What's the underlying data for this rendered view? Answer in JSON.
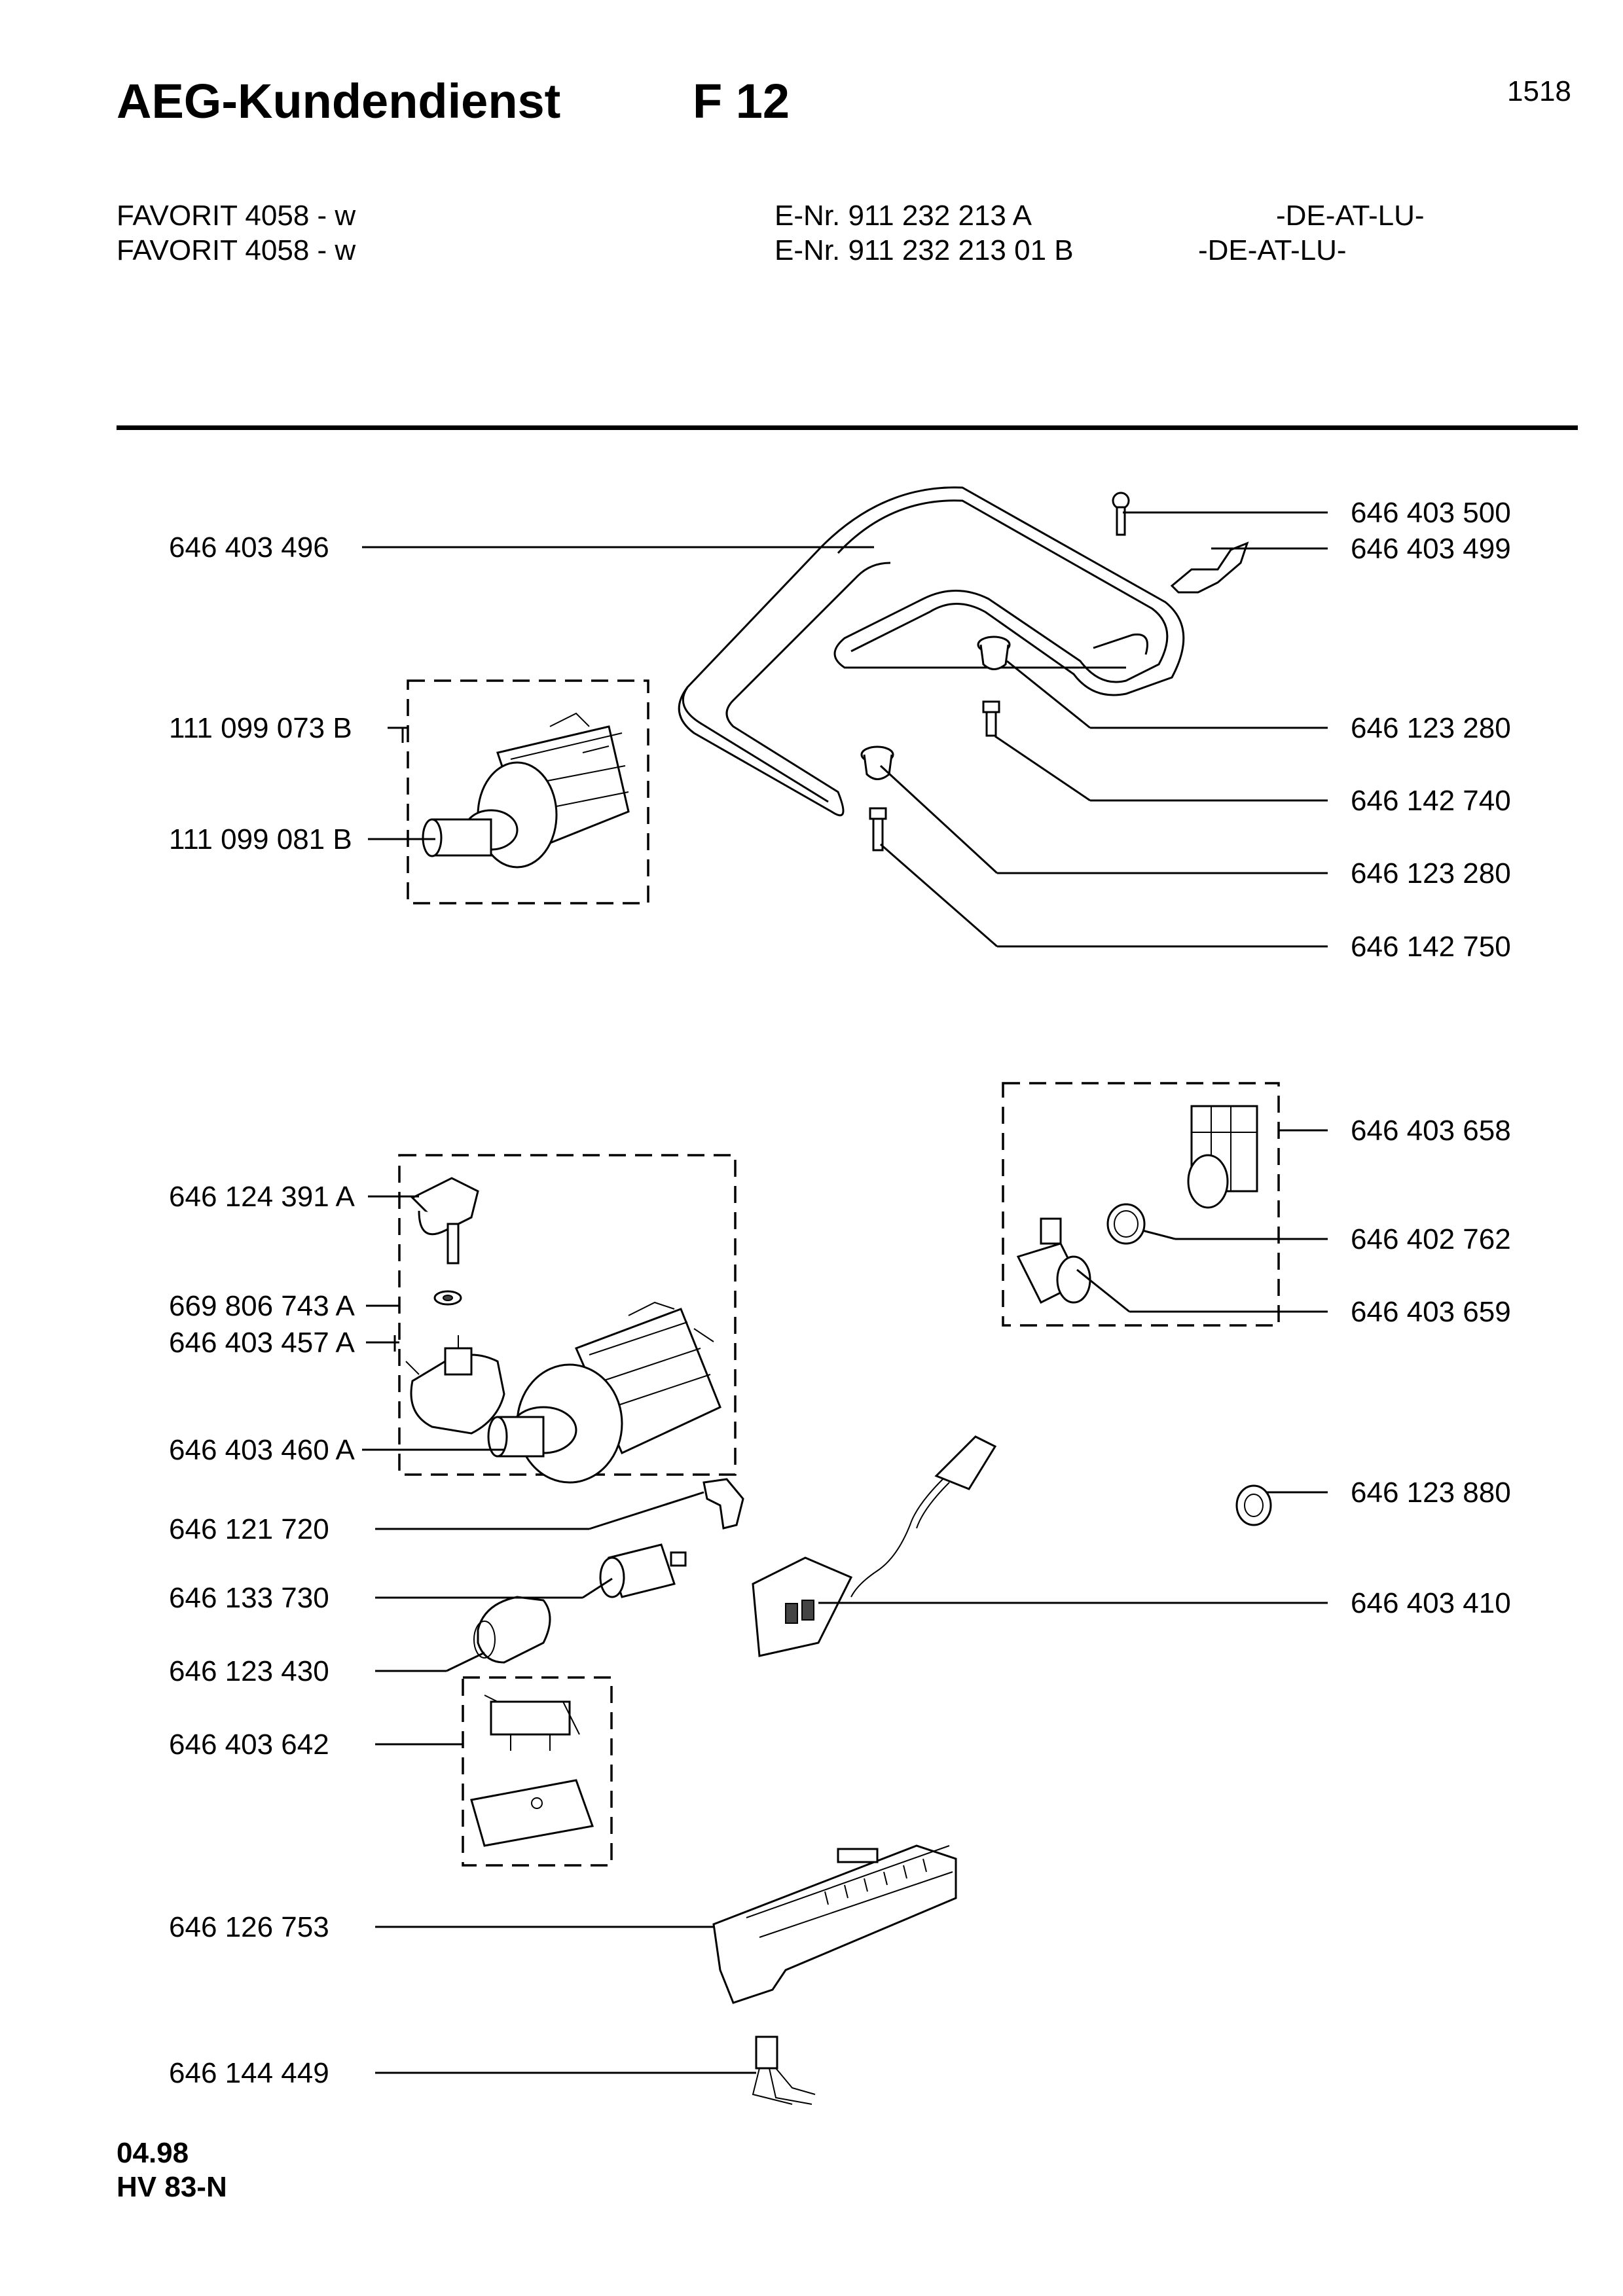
{
  "header": {
    "brand": "AEG-Kundendienst",
    "section": "F 12",
    "page_no": "1518"
  },
  "models": [
    {
      "name": "FAVORIT 4058 - w",
      "enr": "E-Nr. 911 232 213 A",
      "countries": "-DE-AT-LU-"
    },
    {
      "name": "FAVORIT 4058 - w",
      "enr": "E-Nr. 911 232 213 01 B",
      "countries": "-DE-AT-LU-"
    }
  ],
  "labels_left": [
    "646 403 496",
    "111 099 073 B",
    "111 099 081 B",
    "646 124 391 A",
    "669 806 743 A",
    "646 403 457 A",
    "646 403 460 A",
    "646 121 720",
    "646 133 730",
    "646 123 430",
    "646 403 642",
    "646 126 753",
    "646 144 449"
  ],
  "labels_right": [
    "646 403 500",
    "646 403 499",
    "646 123 280",
    "646 142 740",
    "646 123 280",
    "646 142 750",
    "646 403 658",
    "646 402 762",
    "646 403 659",
    "646 123 880",
    "646 403 410"
  ],
  "footer": {
    "date": "04.98",
    "code": "HV 83-N"
  }
}
